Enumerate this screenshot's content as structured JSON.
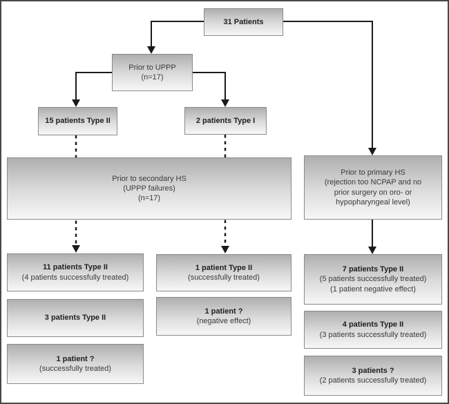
{
  "diagram": {
    "nodes": {
      "patients": {
        "label": "31 Patients"
      },
      "prior_uppp": {
        "line1": "Prior to UPPP",
        "line2": "(n=17)"
      },
      "type2_15": {
        "label": "15 patients Type II"
      },
      "type1_2": {
        "label": "2 patients Type I"
      },
      "secondary_hs": {
        "line1": "Prior to secondary HS",
        "line2": "(UPPP failures)",
        "line3": "(n=17)"
      },
      "primary_hs": {
        "line1": "Prior to primary HS",
        "line2": "(rejection too NCPAP and no",
        "line3": "prior surgery on oro- or",
        "line4": "hypopharyngeal level)"
      },
      "left1": {
        "label": "11 patients Type II",
        "sub1": "(4 patients successfully treated)"
      },
      "left2": {
        "label": "3 patients Type II"
      },
      "left3": {
        "label": "1 patient ?",
        "sub1": "(successfully treated)"
      },
      "mid1": {
        "label": "1 patient Type II",
        "sub1": "(successfully treated)"
      },
      "mid2": {
        "label": "1 patient ?",
        "sub1": "(negative effect)"
      },
      "right1": {
        "label": "7 patients Type II",
        "sub1": "(5 patients successfully treated)",
        "sub2": "(1 patient negative effect)"
      },
      "right2": {
        "label": "4 patients Type II",
        "sub1": "(3 patients successfully treated)"
      },
      "right3": {
        "label": "3 patients ?",
        "sub1": "(2 patients successfully treated)"
      }
    },
    "colors": {
      "line": "#1a1a1a",
      "box_border": "#898989",
      "box_gradient_top": "#afafaf",
      "box_gradient_bottom": "#f7f7f7",
      "background": "#ffffff",
      "frame_border": "#474747",
      "text_bold": "#1f1f1f",
      "text_regular": "#3a3a3a"
    }
  }
}
